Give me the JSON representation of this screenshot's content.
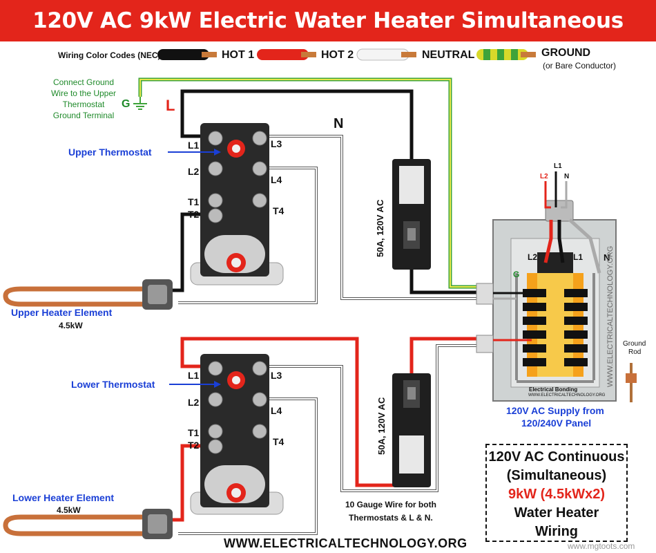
{
  "title": "120V AC 9kW Electric Water Heater Simultaneous Wiring",
  "legend": {
    "heading": "Wiring Color Codes (NEC)",
    "items": [
      {
        "label": "HOT 1",
        "color": "#111111"
      },
      {
        "label": "HOT 2",
        "color": "#e3251b"
      },
      {
        "label": "NEUTRAL",
        "color": "#f2f2f2"
      },
      {
        "label": "GROUND",
        "color": "#8dc63f"
      }
    ],
    "ground_note": "(or Bare Conductor)"
  },
  "ground_note": {
    "line1": "Connect Ground",
    "line2": "Wire to the Upper",
    "line3": "Thermostat",
    "line4": "Ground Terminal",
    "g": "G"
  },
  "markers": {
    "L": "L",
    "N": "N"
  },
  "upper": {
    "thermostat_label": "Upper Thermostat",
    "element_label": "Upper Heater Element",
    "element_power": "4.5kW",
    "terminals": {
      "l1": "L1",
      "l2": "L2",
      "l3": "L3",
      "l4": "L4",
      "t1": "T1",
      "t2": "T2",
      "t4": "T4"
    },
    "breaker": "50A, 120V AC"
  },
  "lower": {
    "thermostat_label": "Lower Thermostat",
    "element_label": "Lower Heater Element",
    "element_power": "4.5kW",
    "terminals": {
      "l1": "L1",
      "l2": "L2",
      "l3": "L3",
      "l4": "L4",
      "t1": "T1",
      "t2": "T2",
      "t4": "T4"
    },
    "breaker": "50A, 120V AC"
  },
  "panel": {
    "top_l1": "L1",
    "top_l2": "L2",
    "top_n": "N",
    "inner_l2": "L2",
    "inner_l1": "L1",
    "inner_n": "N",
    "inner_g": "G",
    "bonding": "Electrical Bonding",
    "watermark": "WWW.ELECTRICALTECHNOLOGY.ORG",
    "caption_line1": "120V AC Supply from",
    "caption_line2": "120/240V Panel",
    "ground_rod_line1": "Ground",
    "ground_rod_line2": "Rod"
  },
  "wire_note": {
    "line1": "10 Gauge Wire for both",
    "line2": "Thermostats & L & N."
  },
  "summary": {
    "line1": "120V AC Continuous",
    "line2": "(Simultaneous)",
    "line3": "9kW (4.5kWx2)",
    "line4": "Water Heater",
    "line5": "Wiring"
  },
  "footer": "WWW.ELECTRICALTECHNOLOGY.ORG",
  "corner_watermark": "www.mgtoots.com"
}
